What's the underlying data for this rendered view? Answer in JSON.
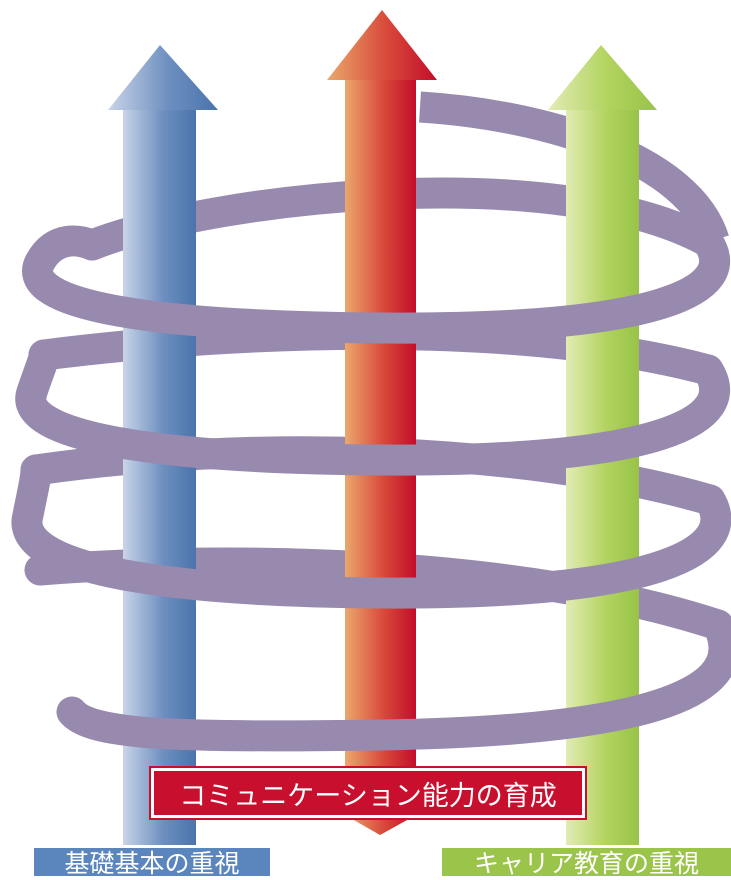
{
  "labels": {
    "center": "コミュニケーション能力の育成",
    "left": "基礎基本の重視",
    "right": "キャリア教育の重視"
  },
  "colors": {
    "coil": "#988aae",
    "arrow_blue_light": "#c7d2e6",
    "arrow_blue": "#4f78ad",
    "arrow_red_light": "#e9a36a",
    "arrow_red": "#c8102e",
    "arrow_green_light": "#dce8a8",
    "arrow_green": "#9bc44a"
  }
}
